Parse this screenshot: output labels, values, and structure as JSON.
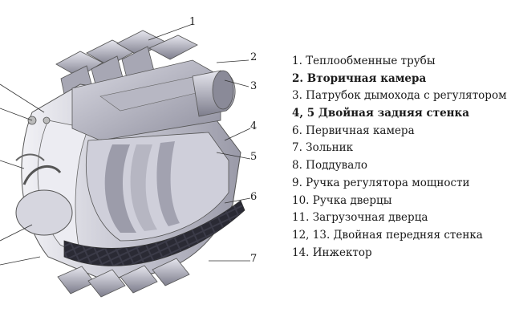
{
  "diagram": {
    "callout_numbers": [
      "1",
      "2",
      "3",
      "4",
      "5",
      "6",
      "7"
    ],
    "legend": [
      "1. Теплообменные трубы",
      "2. Вторичная камера",
      "3. Патрубок дымохода с регулятором",
      "4, 5 Двойная задняя стенка",
      "6. Первичная камера",
      "7. Зольник",
      "8. Поддувало",
      "9. Ручка регулятора мощности",
      "10. Ручка дверцы",
      "11. Загрузочная дверца",
      "12, 13. Двойная передняя стенка",
      "14. Инжектор"
    ]
  }
}
